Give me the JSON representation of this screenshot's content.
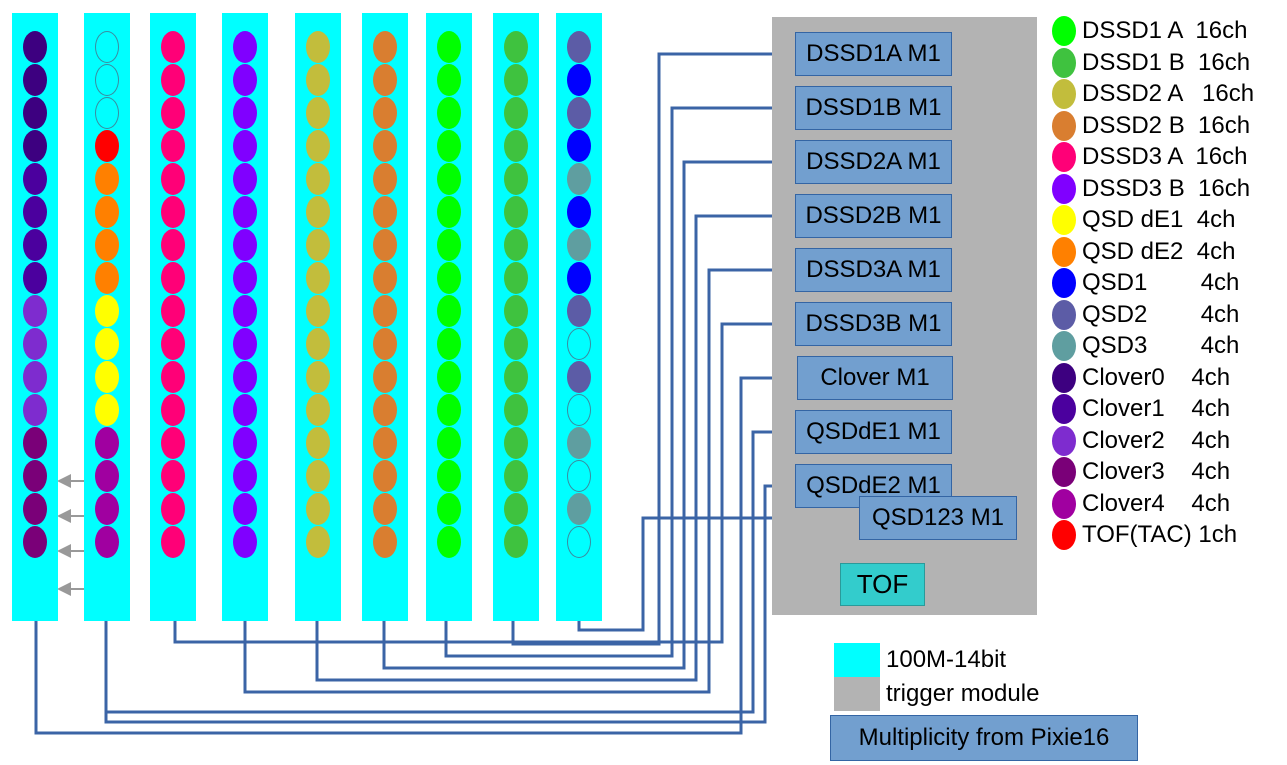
{
  "colors": {
    "module_100M14bit": "#00ffff",
    "trigger_module": "#b3b3b3",
    "multiplicity": "#729fcf",
    "tof": "#33cccc",
    "wire": "#3b64a6",
    "arrow": "#ff0000"
  },
  "modules": [
    {
      "channels": [
        "#3d0080",
        "#3d0080",
        "#3d0080",
        "#3d0080",
        "#4b009e",
        "#4b009e",
        "#4b009e",
        "#4b009e",
        "#7e2ccf",
        "#7e2ccf",
        "#7e2ccf",
        "#7e2ccf",
        "#7a0078",
        "#7a0078",
        "#7a0078",
        "#7a0078"
      ]
    },
    {
      "channels": [
        "#00ffff",
        "#00ffff",
        "#00ffff",
        "#ff0000",
        "#ff8000",
        "#ff8000",
        "#ff8000",
        "#ff8000",
        "#ffff00",
        "#ffff00",
        "#ffff00",
        "#ffff00",
        "#a000a0",
        "#a000a0",
        "#a000a0",
        "#a000a0"
      ]
    },
    {
      "channels": [
        "#ff0077",
        "#ff0077",
        "#ff0077",
        "#ff0077",
        "#ff0077",
        "#ff0077",
        "#ff0077",
        "#ff0077",
        "#ff0077",
        "#ff0077",
        "#ff0077",
        "#ff0077",
        "#ff0077",
        "#ff0077",
        "#ff0077",
        "#ff0077"
      ]
    },
    {
      "channels": [
        "#8000ff",
        "#8000ff",
        "#8000ff",
        "#8000ff",
        "#8000ff",
        "#8000ff",
        "#8000ff",
        "#8000ff",
        "#8000ff",
        "#8000ff",
        "#8000ff",
        "#8000ff",
        "#8000ff",
        "#8000ff",
        "#8000ff",
        "#8000ff"
      ]
    },
    {
      "channels": [
        "#c2bd3c",
        "#c2bd3c",
        "#c2bd3c",
        "#c2bd3c",
        "#c2bd3c",
        "#c2bd3c",
        "#c2bd3c",
        "#c2bd3c",
        "#c2bd3c",
        "#c2bd3c",
        "#c2bd3c",
        "#c2bd3c",
        "#c2bd3c",
        "#c2bd3c",
        "#c2bd3c",
        "#c2bd3c"
      ]
    },
    {
      "channels": [
        "#d97e30",
        "#d97e30",
        "#d97e30",
        "#d97e30",
        "#d97e30",
        "#d97e30",
        "#d97e30",
        "#d97e30",
        "#d97e30",
        "#d97e30",
        "#d97e30",
        "#d97e30",
        "#d97e30",
        "#d97e30",
        "#d97e30",
        "#d97e30"
      ]
    },
    {
      "channels": [
        "#00ff00",
        "#00ff00",
        "#00ff00",
        "#00ff00",
        "#00ff00",
        "#00ff00",
        "#00ff00",
        "#00ff00",
        "#00ff00",
        "#00ff00",
        "#00ff00",
        "#00ff00",
        "#00ff00",
        "#00ff00",
        "#00ff00",
        "#00ff00"
      ]
    },
    {
      "channels": [
        "#3fc23f",
        "#3fc23f",
        "#3fc23f",
        "#3fc23f",
        "#3fc23f",
        "#3fc23f",
        "#3fc23f",
        "#3fc23f",
        "#3fc23f",
        "#3fc23f",
        "#3fc23f",
        "#3fc23f",
        "#3fc23f",
        "#3fc23f",
        "#3fc23f",
        "#3fc23f"
      ]
    },
    {
      "channels": [
        "#5c5ca6",
        "#0000ff",
        "#5c5ca6",
        "#0000ff",
        "#5f9ea0",
        "#0000ff",
        "#5f9ea0",
        "#0000ff",
        "#5c5ca6",
        "#00ffff",
        "#5c5ca6",
        "#00ffff",
        "#5f9ea0",
        "#00ffff",
        "#5f9ea0",
        "#00ffff"
      ]
    }
  ],
  "trigger": {
    "multiplicity_boxes": [
      "DSSD1A M1",
      "DSSD1B M1",
      "DSSD2A M1",
      "DSSD2B M1",
      "DSSD3A M1",
      "DSSD3B M1",
      "Clover M1",
      "QSDdE1 M1",
      "QSDdE2 M1",
      "QSD123 M1"
    ],
    "tof_label": "TOF"
  },
  "legend": [
    {
      "label": "DSSD1 A  16ch",
      "color": "#00ff00"
    },
    {
      "label": "DSSD1 B  16ch",
      "color": "#3fc23f"
    },
    {
      "label": "DSSD2 A   16ch",
      "color": "#c2bd3c"
    },
    {
      "label": "DSSD2 B  16ch",
      "color": "#d97e30"
    },
    {
      "label": "DSSD3 A  16ch",
      "color": "#ff0077"
    },
    {
      "label": "DSSD3 B  16ch",
      "color": "#8000ff"
    },
    {
      "label": "QSD dE1  4ch",
      "color": "#ffff00"
    },
    {
      "label": "QSD dE2  4ch",
      "color": "#ff8000"
    },
    {
      "label": "QSD1        4ch",
      "color": "#0000ff"
    },
    {
      "label": "QSD2        4ch",
      "color": "#5c5ca6"
    },
    {
      "label": "QSD3        4ch",
      "color": "#5f9ea0"
    },
    {
      "label": "Clover0    4ch",
      "color": "#3d0080"
    },
    {
      "label": "Clover1    4ch",
      "color": "#4b009e"
    },
    {
      "label": "Clover2    4ch",
      "color": "#7e2ccf"
    },
    {
      "label": "Clover3    4ch",
      "color": "#7a0078"
    },
    {
      "label": "Clover4    4ch",
      "color": "#a000a0"
    },
    {
      "label": "TOF(TAC) 1ch",
      "color": "#ff0000"
    }
  ],
  "key": {
    "module_label": "100M-14bit",
    "trigger_label": "trigger module",
    "multiplicity_label": "Multiplicity from Pixie16"
  }
}
